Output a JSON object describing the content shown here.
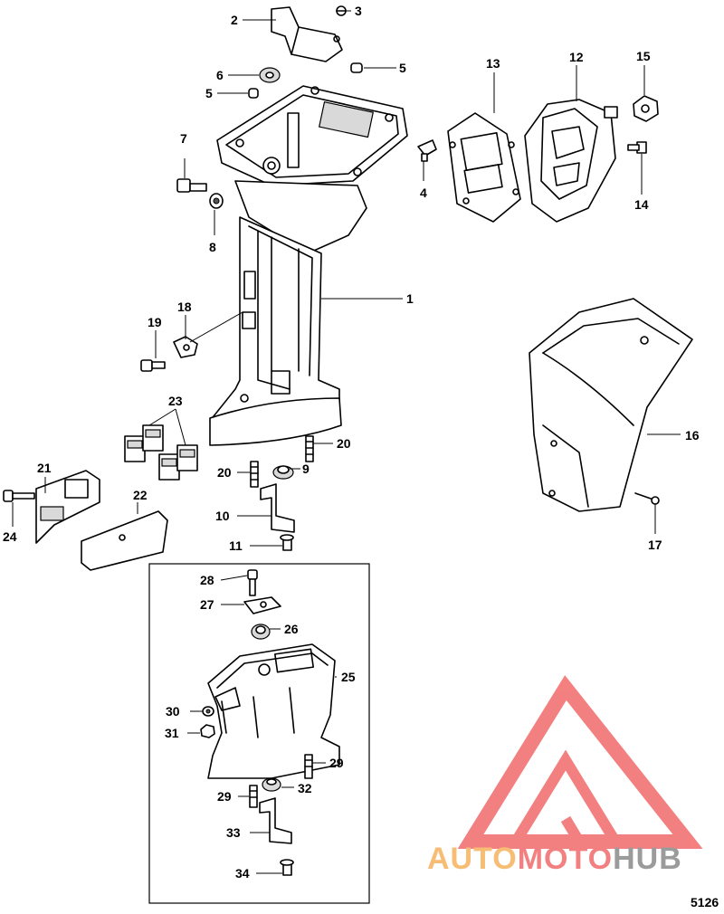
{
  "callouts": [
    {
      "id": "c1",
      "label": "1"
    },
    {
      "id": "c2",
      "label": "2"
    },
    {
      "id": "c3",
      "label": "3"
    },
    {
      "id": "c4",
      "label": "4"
    },
    {
      "id": "c5a",
      "label": "5"
    },
    {
      "id": "c5b",
      "label": "5"
    },
    {
      "id": "c6",
      "label": "6"
    },
    {
      "id": "c7",
      "label": "7"
    },
    {
      "id": "c8",
      "label": "8"
    },
    {
      "id": "c9",
      "label": "9"
    },
    {
      "id": "c10",
      "label": "10"
    },
    {
      "id": "c11",
      "label": "11"
    },
    {
      "id": "c12",
      "label": "12"
    },
    {
      "id": "c13",
      "label": "13"
    },
    {
      "id": "c14",
      "label": "14"
    },
    {
      "id": "c15",
      "label": "15"
    },
    {
      "id": "c16",
      "label": "16"
    },
    {
      "id": "c17",
      "label": "17"
    },
    {
      "id": "c18",
      "label": "18"
    },
    {
      "id": "c19",
      "label": "19"
    },
    {
      "id": "c20a",
      "label": "20"
    },
    {
      "id": "c20b",
      "label": "20"
    },
    {
      "id": "c21",
      "label": "21"
    },
    {
      "id": "c22",
      "label": "22"
    },
    {
      "id": "c23",
      "label": "23"
    },
    {
      "id": "c24",
      "label": "24"
    },
    {
      "id": "c25",
      "label": "25"
    },
    {
      "id": "c26",
      "label": "26"
    },
    {
      "id": "c27",
      "label": "27"
    },
    {
      "id": "c28",
      "label": "28"
    },
    {
      "id": "c29a",
      "label": "29"
    },
    {
      "id": "c29b",
      "label": "29"
    },
    {
      "id": "c30",
      "label": "30"
    },
    {
      "id": "c31",
      "label": "31"
    },
    {
      "id": "c32",
      "label": "32"
    },
    {
      "id": "c33",
      "label": "33"
    },
    {
      "id": "c34",
      "label": "34"
    }
  ],
  "watermark": {
    "part1": "AUTO",
    "part2": "MOTO",
    "part3": "HUB"
  },
  "figure_number": "5126",
  "colors": {
    "logo_orange": "#f6b25e",
    "logo_red": "#f26a6a",
    "logo_gray": "#8a8a8a",
    "line": "#000000"
  }
}
